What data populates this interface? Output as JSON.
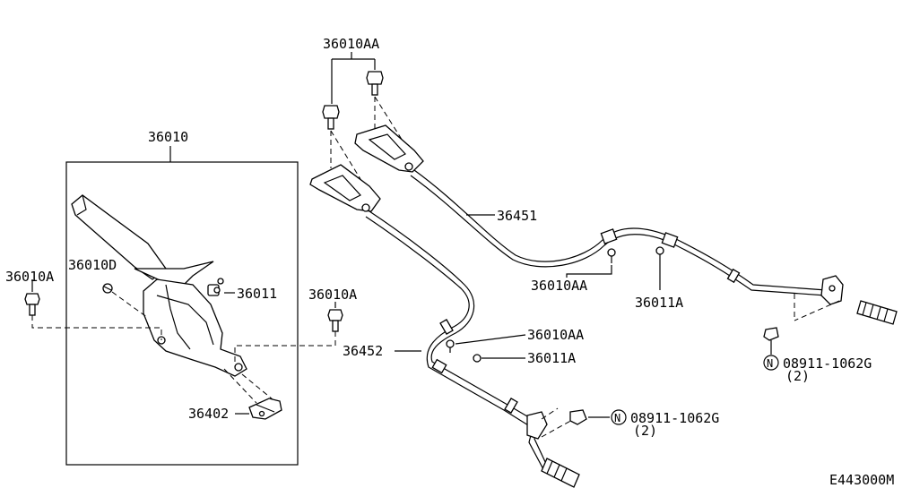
{
  "labels": {
    "lever_assembly": "36010",
    "bolt_top": "36010AA",
    "bolt_left": "36010A",
    "bolt_lever_mid": "36010D",
    "clip_lever": "36011",
    "bolt_mid": "36010A",
    "front_cable": "36451",
    "rear_cable": "36452",
    "bolt_front_cable": "36010AA",
    "clip_front_cable": "36011A",
    "bolt_rear_cable": "36010AA",
    "clip_rear_cable": "36011A",
    "bracket": "36402",
    "nut_upper": "08911-1062G",
    "nut_upper_qty": "(2)",
    "nut_lower": "08911-1062G",
    "nut_lower_qty": "(2)",
    "nut_symbol": "N",
    "figure_code": "E443000M"
  }
}
